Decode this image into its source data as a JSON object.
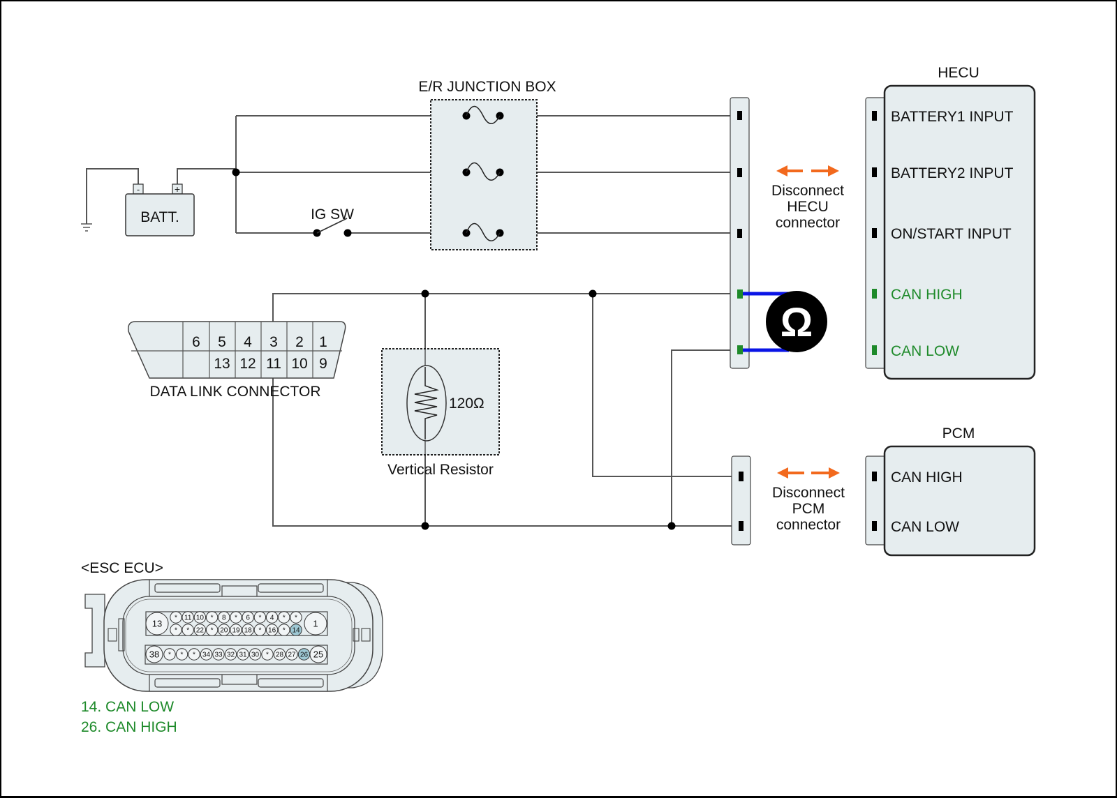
{
  "colors": {
    "panel_fill": "#e6edef",
    "wire": "#555555",
    "can_green": "#1e8a2a",
    "probe_blue": "#0a14e6",
    "arrow_orange": "#f2691d",
    "highlight_pin": "#9ec8d4"
  },
  "battery": {
    "label": "BATT.",
    "neg": "-",
    "pos": "+"
  },
  "ig_switch": {
    "label": "IG SW"
  },
  "junction_box": {
    "title": "E/R JUNCTION BOX"
  },
  "hecu": {
    "title": "HECU",
    "pins": [
      {
        "label": "BATTERY1 INPUT",
        "can": false
      },
      {
        "label": "BATTERY2 INPUT",
        "can": false
      },
      {
        "label": "ON/START INPUT",
        "can": false
      },
      {
        "label": "CAN HIGH",
        "can": true
      },
      {
        "label": "CAN LOW",
        "can": true
      }
    ],
    "disconnect_text": [
      "Disconnect",
      "HECU",
      "connector"
    ]
  },
  "pcm": {
    "title": "PCM",
    "pins": [
      {
        "label": "CAN HIGH"
      },
      {
        "label": "CAN LOW"
      }
    ],
    "disconnect_text": [
      "Disconnect",
      "PCM",
      "connector"
    ]
  },
  "ohmmeter": {
    "symbol": "Ω"
  },
  "data_link_connector": {
    "title": "DATA LINK CONNECTOR",
    "top_row": [
      "",
      "",
      "6",
      "5",
      "4",
      "3",
      "2",
      "1"
    ],
    "bottom_row": [
      "",
      "",
      "",
      "13",
      "12",
      "11",
      "10",
      "9"
    ]
  },
  "resistor": {
    "value": "120Ω",
    "title": "Vertical Resistor"
  },
  "esc_ecu": {
    "title": "<ESC ECU>",
    "big_pins": {
      "top_left": "13",
      "top_right": "1",
      "bottom_left": "38",
      "bottom_right": "25"
    },
    "row1": [
      "*",
      "11",
      "10",
      "*",
      "8",
      "*",
      "6",
      "*",
      "4",
      "*",
      "*"
    ],
    "row2": [
      "*",
      "*",
      "22",
      "*",
      "20",
      "19",
      "18",
      "*",
      "16",
      "*",
      "14"
    ],
    "row3": [
      "*",
      "*",
      "*",
      "34",
      "33",
      "32",
      "31",
      "30",
      "*",
      "28",
      "27",
      "26"
    ],
    "highlighted": [
      "14",
      "26"
    ],
    "legend": [
      "14. CAN LOW",
      "26. CAN HIGH"
    ]
  }
}
